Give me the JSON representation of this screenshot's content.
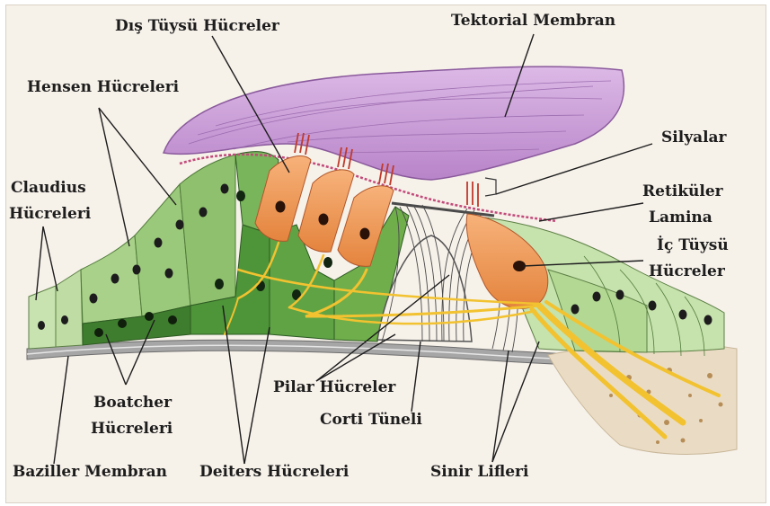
{
  "labels": {
    "dis_tuysu": "Dış Tüysü Hücreler",
    "tektorial": "Tektorial Membran",
    "hensen": "Hensen Hücreleri",
    "silyalar": "Silyalar",
    "claudius_1": "Claudius",
    "claudius_2": "Hücreleri",
    "retikuler_1": "Retiküler",
    "retikuler_2": "Lamina",
    "ic_tuysu_1": "İç Tüysü",
    "ic_tuysu_2": "Hücreler",
    "boatcher_1": "Boatcher",
    "boatcher_2": "Hücreleri",
    "pilar": "Pilar Hücreler",
    "corti": "Corti Tüneli",
    "baziller": "Baziller Membran",
    "deiters": "Deiters Hücreleri",
    "sinir": "Sinir Lifleri"
  },
  "colors": {
    "background": "#f6f1e9",
    "tectorial": "#c99bd6",
    "hair_cell": "#f0a060",
    "light_green": "#b9d99a",
    "mid_green": "#6fae4a",
    "dark_green": "#3f7d2e",
    "nerve": "#f2c230",
    "basilar": "#9a9a9a",
    "bone": "#eadcc4"
  }
}
